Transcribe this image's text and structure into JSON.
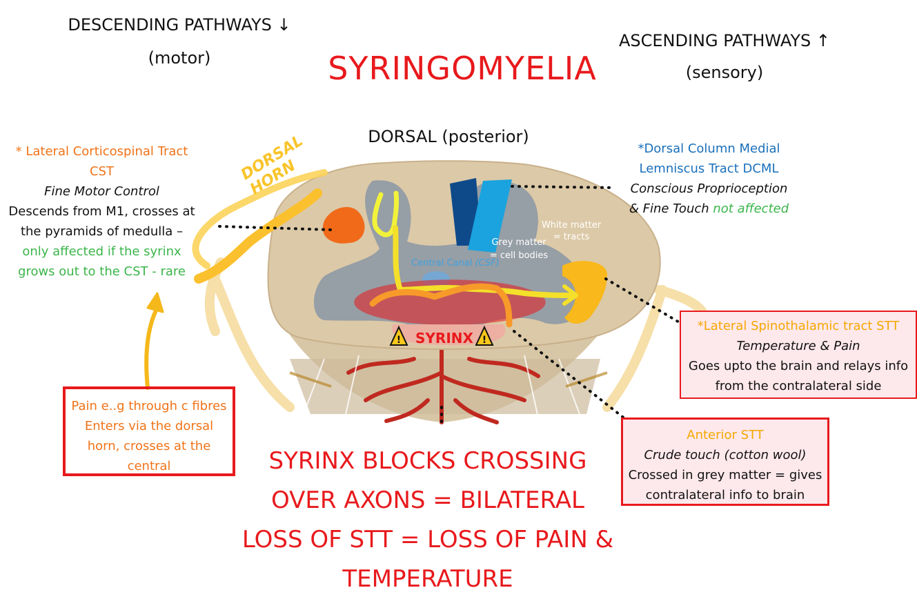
{
  "title": "SYRINGOMYELIA",
  "descending": {
    "heading": "DESCENDING PATHWAYS ↓",
    "sub": "(motor)"
  },
  "ascending": {
    "heading": "ASCENDING PATHWAYS ↑",
    "sub": "(sensory)"
  },
  "dorsal": "DORSAL (posterior)",
  "dorsal_horn": "DORSAL HORN",
  "cst": {
    "title1": "* Lateral Corticospinal Tract",
    "title2": "CST",
    "role": "Fine Motor Control",
    "desc1": "Descends from M1, crosses at",
    "desc2": "the pyramids of medulla –",
    "note1": "only affected if the syrinx",
    "note2": "grows out to the CST - rare"
  },
  "dcml": {
    "title1": "*Dorsal Column Medial",
    "title2": "Lemniscus Tract DCML",
    "role1": "Conscious Proprioception",
    "role2a": "& Fine  Touch ",
    "role2b": "not affected"
  },
  "labels": {
    "white_matter1": "White matter",
    "white_matter2": "= tracts",
    "grey_matter1": "Grey matter",
    "grey_matter2": "= cell bodies",
    "central_canal": "Central Canal ",
    "central_canal_csf": "(CSF)",
    "syrinx": "SYRINX"
  },
  "lateral_stt": {
    "title": "*Lateral Spinothalamic tract STT",
    "role": "Temperature & Pain",
    "desc1": "Goes upto the brain and relays info",
    "desc2": "from the contralateral side"
  },
  "anterior_stt": {
    "title": "Anterior STT",
    "role": "Crude touch (cotton wool)",
    "desc1": "Crossed in grey matter = gives",
    "desc2": "contralateral info to brain"
  },
  "pain": {
    "line1": "Pain e..g through c fibres",
    "line2": "Enters via the dorsal",
    "line3": "horn, crosses at the",
    "line4": "central"
  },
  "conclusion": {
    "line1": "SYRINX BLOCKS CROSSING",
    "line2": "OVER AXONS = BILATERAL",
    "line3": "LOSS OF STT = LOSS OF PAIN &",
    "line4": "TEMPERATURE"
  },
  "colors": {
    "red": "#e8191c",
    "orange": "#f07318",
    "green": "#3bb54a",
    "blue": "#1a6fba",
    "yellow": "#f5a800"
  }
}
